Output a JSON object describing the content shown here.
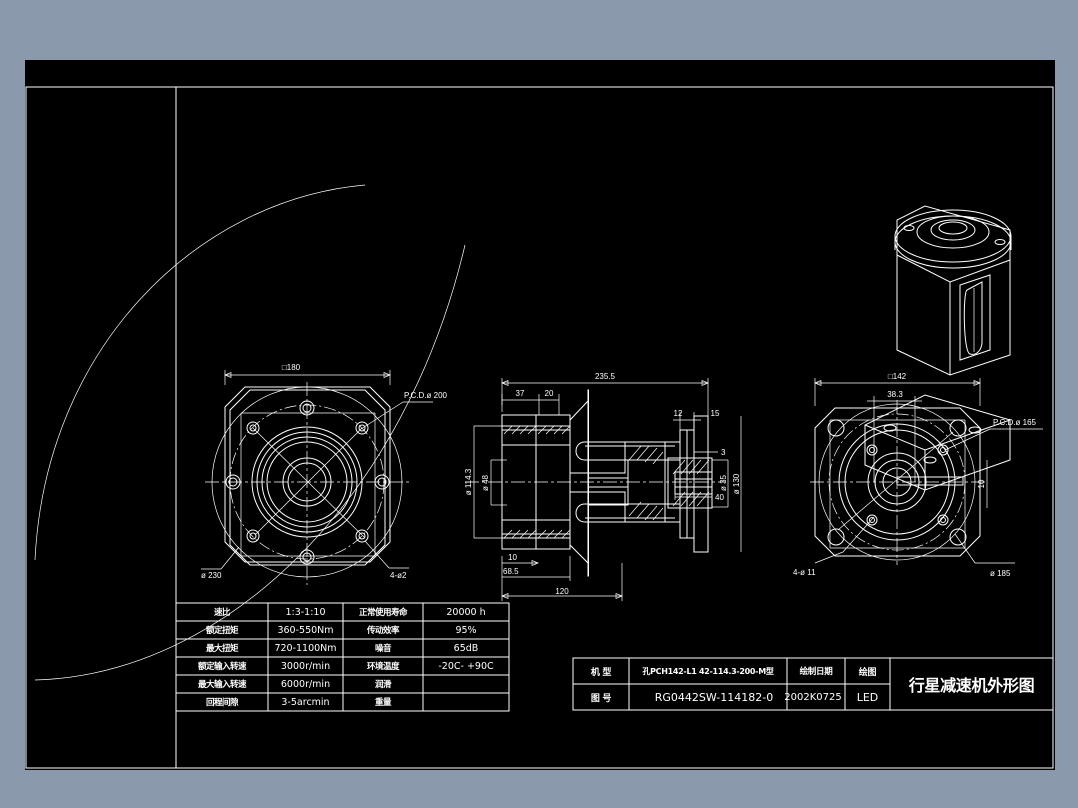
{
  "app": {
    "background_color": "#8b99ac",
    "canvas_color": "#000000",
    "line_color": "#ffffff"
  },
  "drawing": {
    "title": "行星减速机外形图",
    "views": {
      "left_view": {
        "name": "input-flange-view",
        "dims": {
          "square": "□180",
          "pcd": "P.C.D.ø 200",
          "outer_dia": "ø 230",
          "holes": "4-ø2"
        }
      },
      "section_view": {
        "name": "longitudinal-section-view",
        "dims": {
          "overall_length": "235.5",
          "d37": "37",
          "d20": "20",
          "d12": "12",
          "d15": "15",
          "d3": "3",
          "d40": "40",
          "d10": "10",
          "d68_5": "68.5",
          "d120": "120",
          "dia114": "ø 114.3",
          "dia48": "ø 48",
          "dia35": "ø 35",
          "dia130": "ø 130"
        }
      },
      "right_view": {
        "name": "output-flange-view",
        "dims": {
          "square": "□142",
          "width": "38.3",
          "pcd": "P.C.D.ø 165",
          "outer_dia": "ø 185",
          "holes": "4-ø 11",
          "key": "10"
        }
      },
      "iso_view": {
        "name": "isometric-3d-view"
      }
    }
  },
  "spec_table": {
    "rows": [
      {
        "label": "速比",
        "value": "1:3-1:10",
        "label2": "正常使用寿命",
        "value2": "20000 h"
      },
      {
        "label": "额定扭矩",
        "value": "360-550Nm",
        "label2": "传动效率",
        "value2": "95%"
      },
      {
        "label": "最大扭矩",
        "value": "720-1100Nm",
        "label2": "噪音",
        "value2": "65dB"
      },
      {
        "label": "额定输入转速",
        "value": "3000r/min",
        "label2": "环境温度",
        "value2": "-20C- +90C"
      },
      {
        "label": "最大输入转速",
        "value": "6000r/min",
        "label2": "润滑",
        "value2": ""
      },
      {
        "label": "回程间隙",
        "value": "3-5arcmin",
        "label2": "重量",
        "value2": ""
      }
    ]
  },
  "title_block": {
    "model_label": "机 型",
    "model_value": "孔PCH142-L1 42-114.3-200-M型",
    "drawing_no_label": "图 号",
    "drawing_no_value": "RG0442SW-114182-0",
    "date_label": "绘制日期",
    "date_value": "2002K0725",
    "drawn_label": "绘图",
    "drawn_value": "LED",
    "sheet_title": "行星减速机外形图"
  }
}
